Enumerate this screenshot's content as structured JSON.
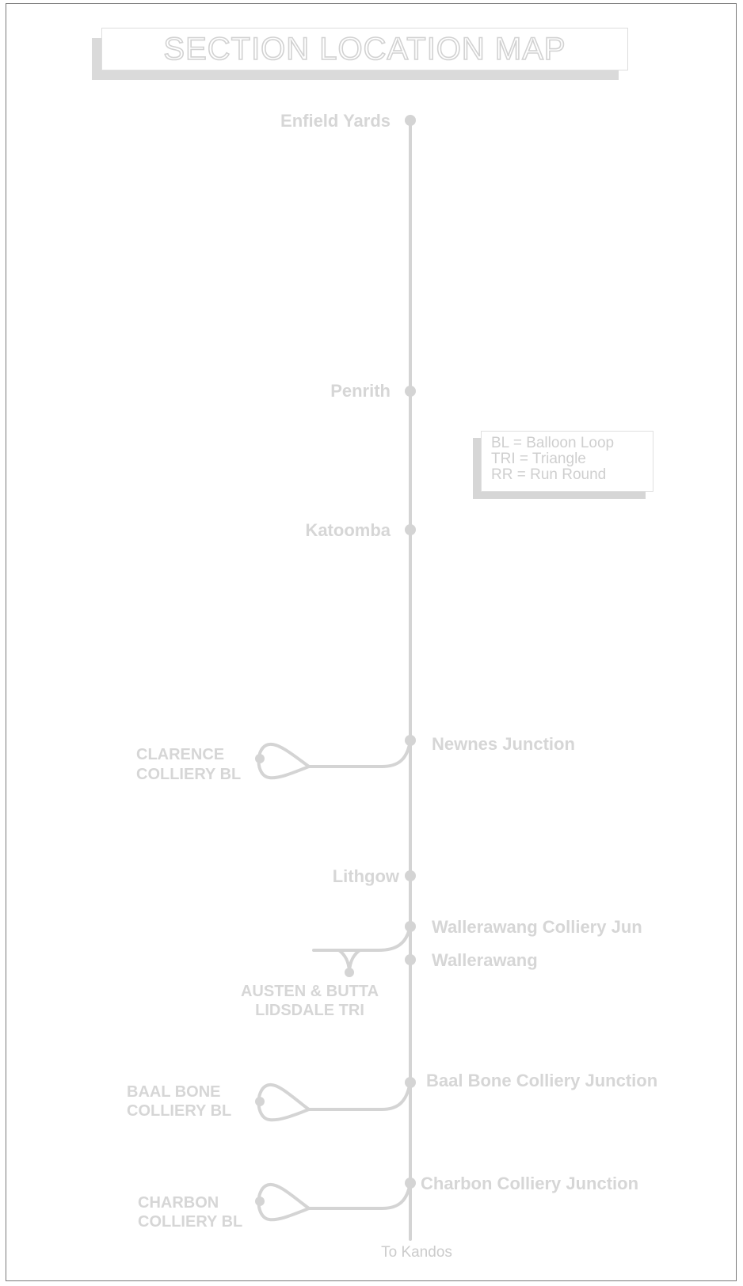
{
  "title": "SECTION LOCATION MAP",
  "legend": {
    "lines": [
      "BL = Balloon Loop",
      "TRI = Triangle",
      "RR = Run Round"
    ]
  },
  "stations": {
    "enfield": "Enfield Yards",
    "penrith": "Penrith",
    "katoomba": "Katoomba",
    "newnes": "Newnes Junction",
    "lithgow": "Lithgow",
    "wallerawang_colliery": "Wallerawang Colliery Jun",
    "wallerawang": "Wallerawang",
    "baal_bone_junction": "Baal Bone Colliery Junction",
    "charbon_junction": "Charbon Colliery Junction"
  },
  "sidings": {
    "clarence": [
      "CLARENCE",
      "COLLIERY BL"
    ],
    "austen": [
      "AUSTEN & BUTTA",
      "LIDSDALE TRI"
    ],
    "baal_bone": [
      "BAAL BONE",
      "COLLIERY BL"
    ],
    "charbon": [
      "CHARBON",
      "COLLIERY BL"
    ]
  },
  "end_label": "To Kandos",
  "colors": {
    "line": "#d4d4d4",
    "label": "#d6d6d6",
    "border": "#7a7a7a"
  }
}
